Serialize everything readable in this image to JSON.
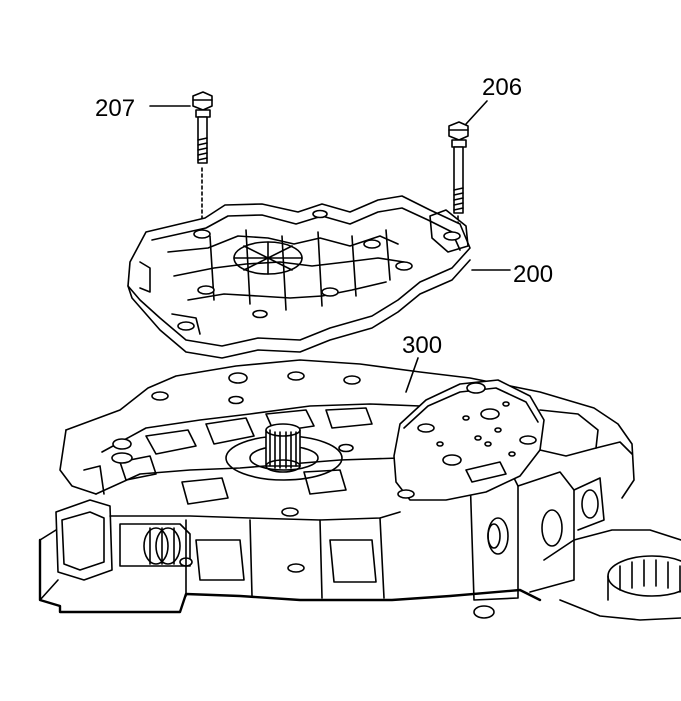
{
  "figure": {
    "callouts": [
      {
        "id": "207",
        "label": "207",
        "target": "bolt"
      },
      {
        "id": "206",
        "label": "206",
        "target": "bolt"
      },
      {
        "id": "200",
        "label": "200",
        "target": "cover-plate"
      },
      {
        "id": "300",
        "label": "300",
        "target": "valve-body"
      }
    ],
    "colors": {
      "line": "#000000",
      "background": "#ffffff"
    }
  }
}
